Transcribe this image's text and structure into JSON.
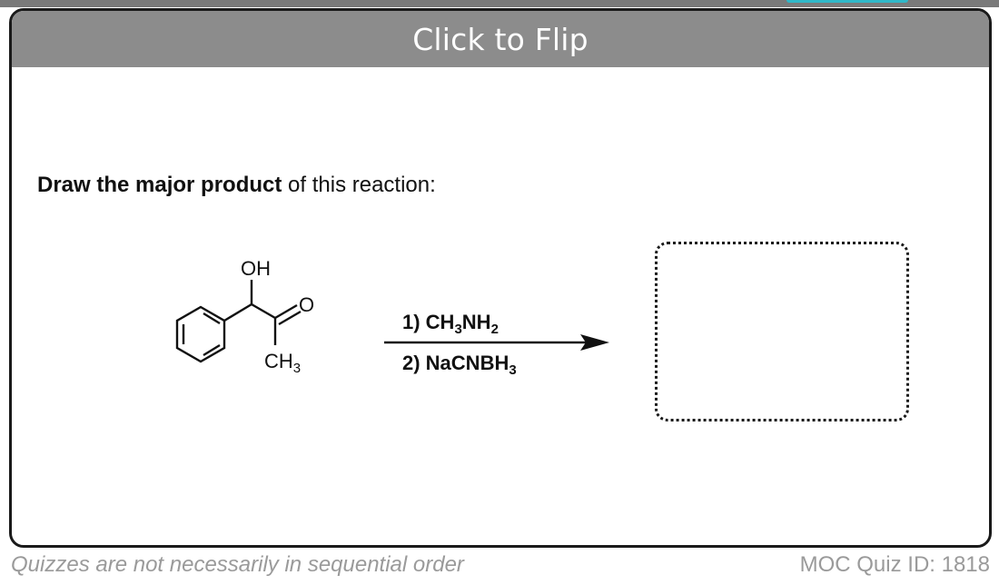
{
  "header": {
    "flip_label": "Click to Flip"
  },
  "question": {
    "bold": "Draw the major product",
    "rest": " of this reaction:"
  },
  "reactant": {
    "oh_label": "OH",
    "o_label": "O",
    "ch3_label": "CH",
    "ch3_sub": "3"
  },
  "reagents": {
    "step1_prefix": "1)  CH",
    "step1_sub1": "3",
    "step1_mid": "NH",
    "step1_sub2": "2",
    "step2_prefix": "2)  NaCNBH",
    "step2_sub": "3"
  },
  "footer": {
    "note": "Quizzes are not necessarily in sequential order",
    "quiz_id": "MOC Quiz ID: 1818"
  },
  "colors": {
    "flip_bar": "#8c8c8c",
    "card_border": "#1a1a1a",
    "footer_text": "#9a9a9a",
    "top_tab": "#2fb8c9"
  }
}
